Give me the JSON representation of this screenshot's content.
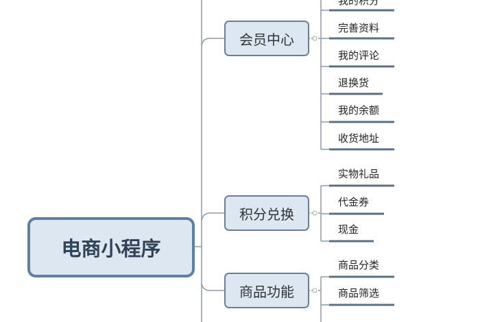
{
  "root": {
    "label": "电商小程序"
  },
  "branches": [
    {
      "label": "会员中心",
      "children": [
        "我的积分",
        "完善资料",
        "我的评论",
        "退换货",
        "我的余额",
        "收货地址"
      ]
    },
    {
      "label": "积分兑换",
      "children": [
        "实物礼品",
        "代金券",
        "现金"
      ]
    },
    {
      "label": "商品功能",
      "children": [
        "商品分类",
        "商品筛选"
      ]
    }
  ],
  "colors": {
    "node_fill": "#dde7f2",
    "node_border": "#5f7f9e",
    "line": "#8a9aa8",
    "underline": "#5a6f80"
  }
}
